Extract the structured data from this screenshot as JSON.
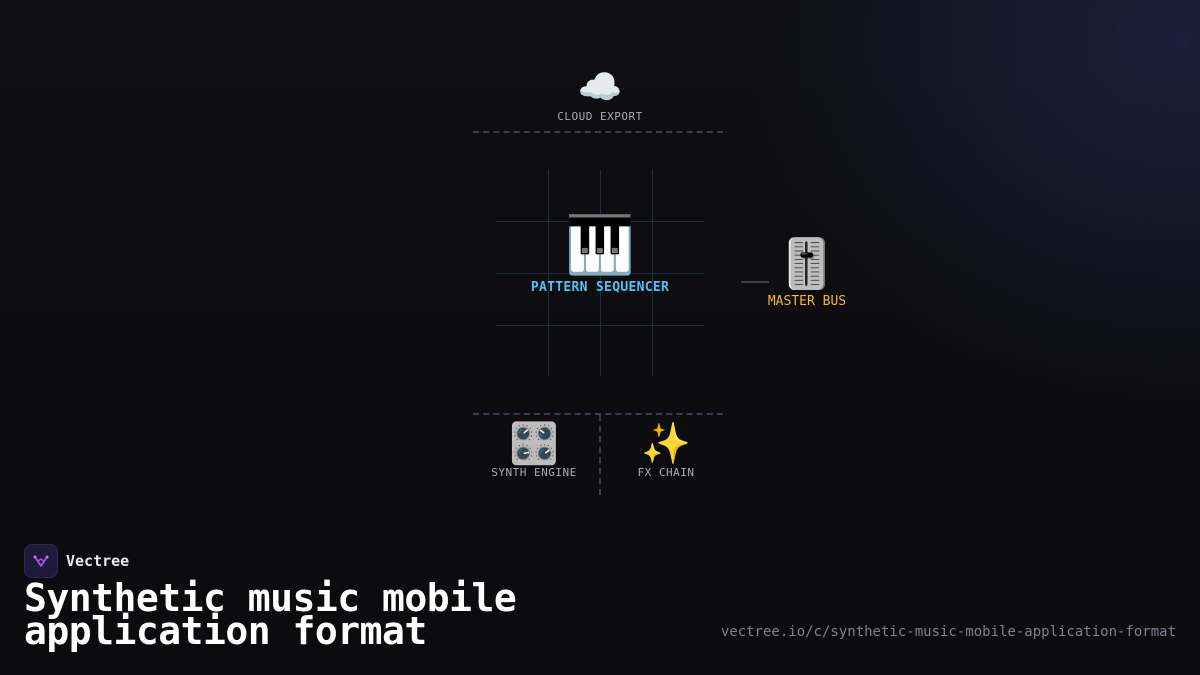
{
  "diagram": {
    "cloud_export": {
      "icon": "cloud-icon",
      "emoji": "☁️",
      "label": "CLOUD EXPORT"
    },
    "pattern_sequencer": {
      "icon": "piano-keys-icon",
      "emoji": "🎹",
      "label": "PATTERN SEQUENCER",
      "color": "#4fc3f7"
    },
    "master_bus": {
      "icon": "fader-icon",
      "emoji": "🎚️",
      "label": "MASTER BUS",
      "color": "#f5b82e"
    },
    "synth_engine": {
      "icon": "control-knobs-icon",
      "emoji": "🎛️",
      "label": "SYNTH ENGINE"
    },
    "fx_chain": {
      "icon": "sparkles-icon",
      "emoji": "✨",
      "label": "FX CHAIN"
    }
  },
  "brand": {
    "name": "Vectree",
    "logo_icon": "vectree-logo-icon",
    "logo_color": "#b44fe8"
  },
  "title": "Synthetic music mobile application format",
  "url": "vectree.io/c/synthetic-music-mobile-application-format",
  "colors": {
    "background": "#0f0f13",
    "dashed_line": "#3b3b52",
    "grid": "#1b3038"
  }
}
